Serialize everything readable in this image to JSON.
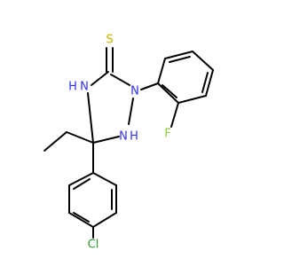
{
  "molecule": {
    "atoms": {
      "s": {
        "text": "S",
        "color": "#c8b400"
      },
      "n1": {
        "text": "N",
        "color": "#3030f0"
      },
      "n2": {
        "text": "N",
        "color": "#3030f0"
      },
      "h2": {
        "text": "H",
        "color": "#3030f0"
      },
      "n4": {
        "text": "N",
        "color": "#3030f0"
      },
      "h4": {
        "text": "H",
        "color": "#3030f0"
      },
      "f": {
        "text": "F",
        "color": "#8ec83c"
      },
      "cl": {
        "text": "Cl",
        "color": "#2a9e2a"
      }
    }
  }
}
